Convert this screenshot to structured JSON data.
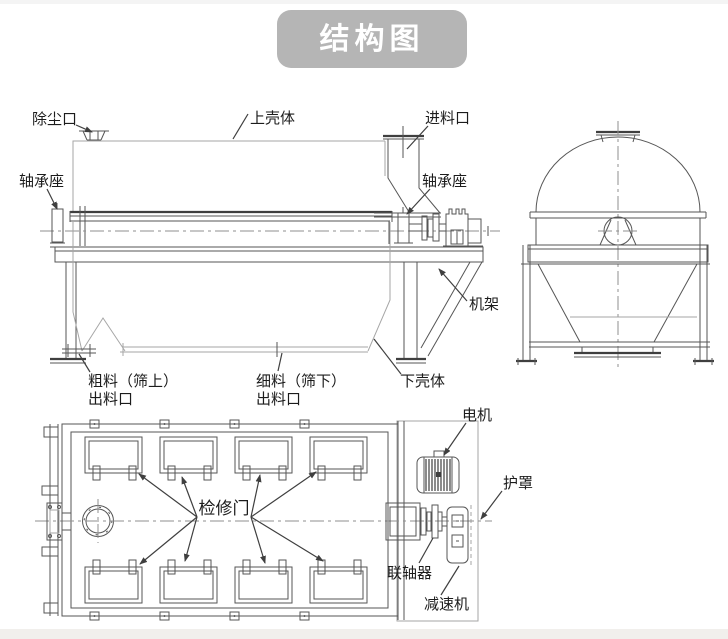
{
  "page": {
    "title_badge": "结构图",
    "badge_bg_color": "#b5b5b5",
    "badge_text_color": "#ffffff",
    "line_color": "#565656",
    "light_line_color": "#a6a6a6",
    "label_color": "#1c1c1c"
  },
  "side_view": {
    "labels": {
      "dust_port": "除尘口",
      "upper_casing": "上壳体",
      "feed_inlet": "进料口",
      "bearing_seat_left": "轴承座",
      "bearing_seat_right": "轴承座",
      "frame": "机架",
      "coarse_outlet_line1": "粗料（筛上）",
      "coarse_outlet_line2": "出料口",
      "fine_outlet_line1": "细料（筛下）",
      "fine_outlet_line2": "出料口",
      "lower_casing": "下壳体"
    }
  },
  "plan_view": {
    "labels": {
      "inspection_door": "检修门",
      "motor": "电机",
      "guard": "护罩",
      "coupling": "联轴器",
      "reducer": "减速机"
    }
  }
}
